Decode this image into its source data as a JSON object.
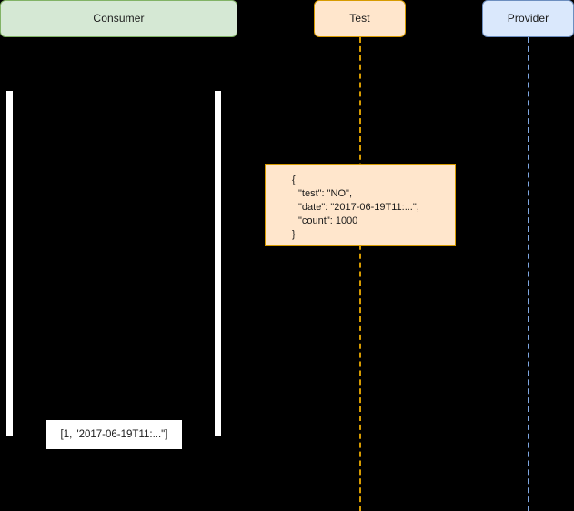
{
  "diagram": {
    "type": "sequence-diagram",
    "background_color": "#000000",
    "participants": [
      {
        "id": "consumer",
        "label": "Consumer",
        "fill": "#d5e8d4",
        "stroke": "#82b366"
      },
      {
        "id": "test",
        "label": "Test",
        "fill": "#ffe6cc",
        "stroke": "#d79b00"
      },
      {
        "id": "provider",
        "label": "Provider",
        "fill": "#dae8fc",
        "stroke": "#6c8ebf"
      }
    ],
    "lifelines": [
      {
        "id": "test-lifeline",
        "color": "#d79b00",
        "style": "dashed"
      },
      {
        "id": "provider-lifeline",
        "color": "#7ea6e0",
        "style": "dashed"
      }
    ],
    "activations": [
      {
        "id": "consumer-activation-left",
        "color": "#ffffff"
      },
      {
        "id": "consumer-activation-right",
        "color": "#ffffff"
      }
    ],
    "note": {
      "fill": "#ffe6cc",
      "stroke": "#d79b00",
      "lines": [
        "{",
        "\"test\": \"NO\",",
        "\"date\": \"2017-06-19T11:...\",",
        "\"count\": 1000",
        "}"
      ]
    },
    "message_label": {
      "text": "[1, \"2017-06-19T11:...\"]",
      "fill": "#ffffff"
    }
  }
}
